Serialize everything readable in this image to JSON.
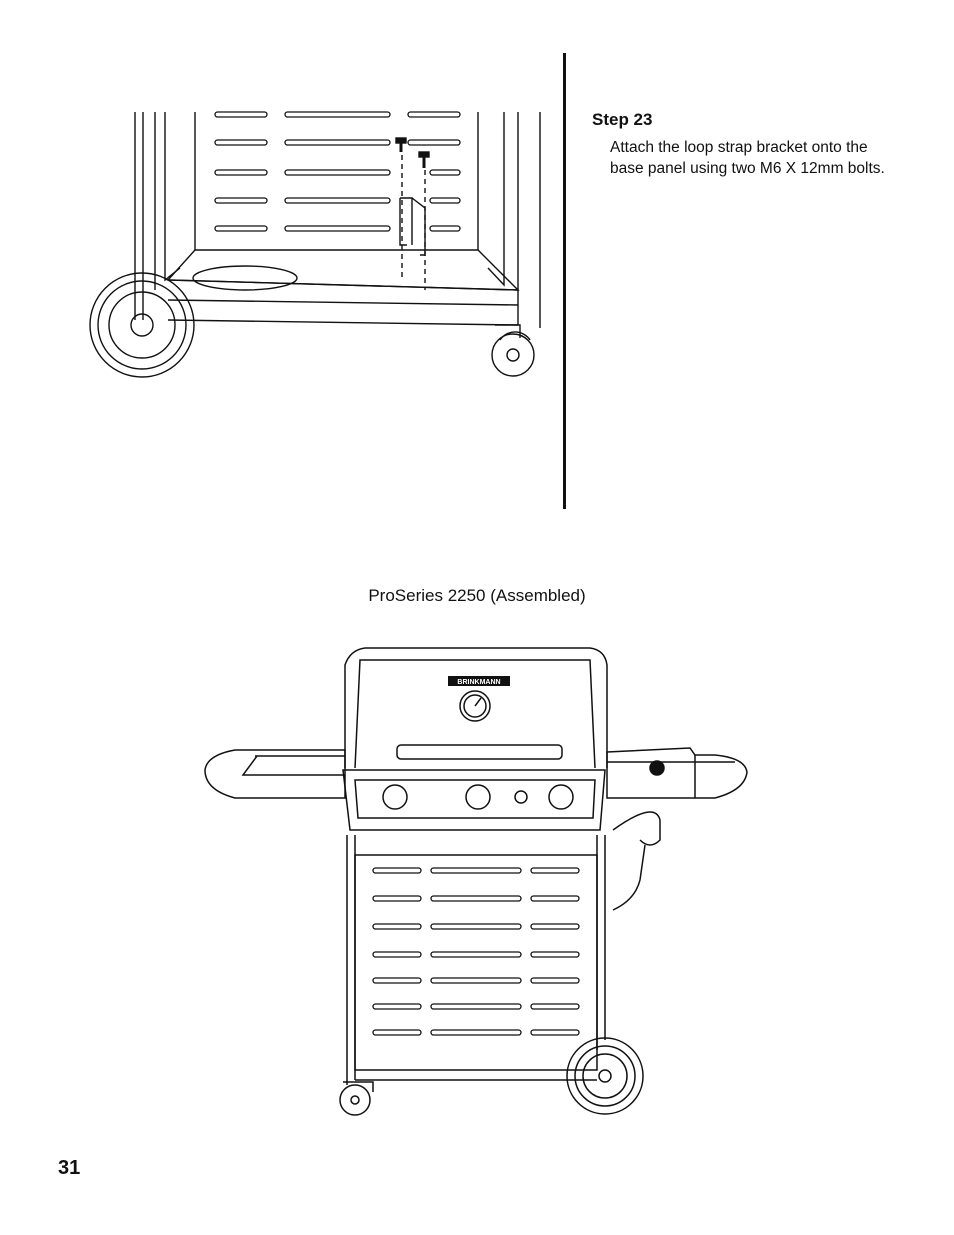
{
  "step": {
    "title": "Step 23",
    "text": "Attach the loop strap bracket onto the base panel using two M6 X 12mm bolts."
  },
  "assembled_caption": "ProSeries 2250  (Assembled)",
  "brand_label": "BRINKMANN",
  "page_number": "31"
}
